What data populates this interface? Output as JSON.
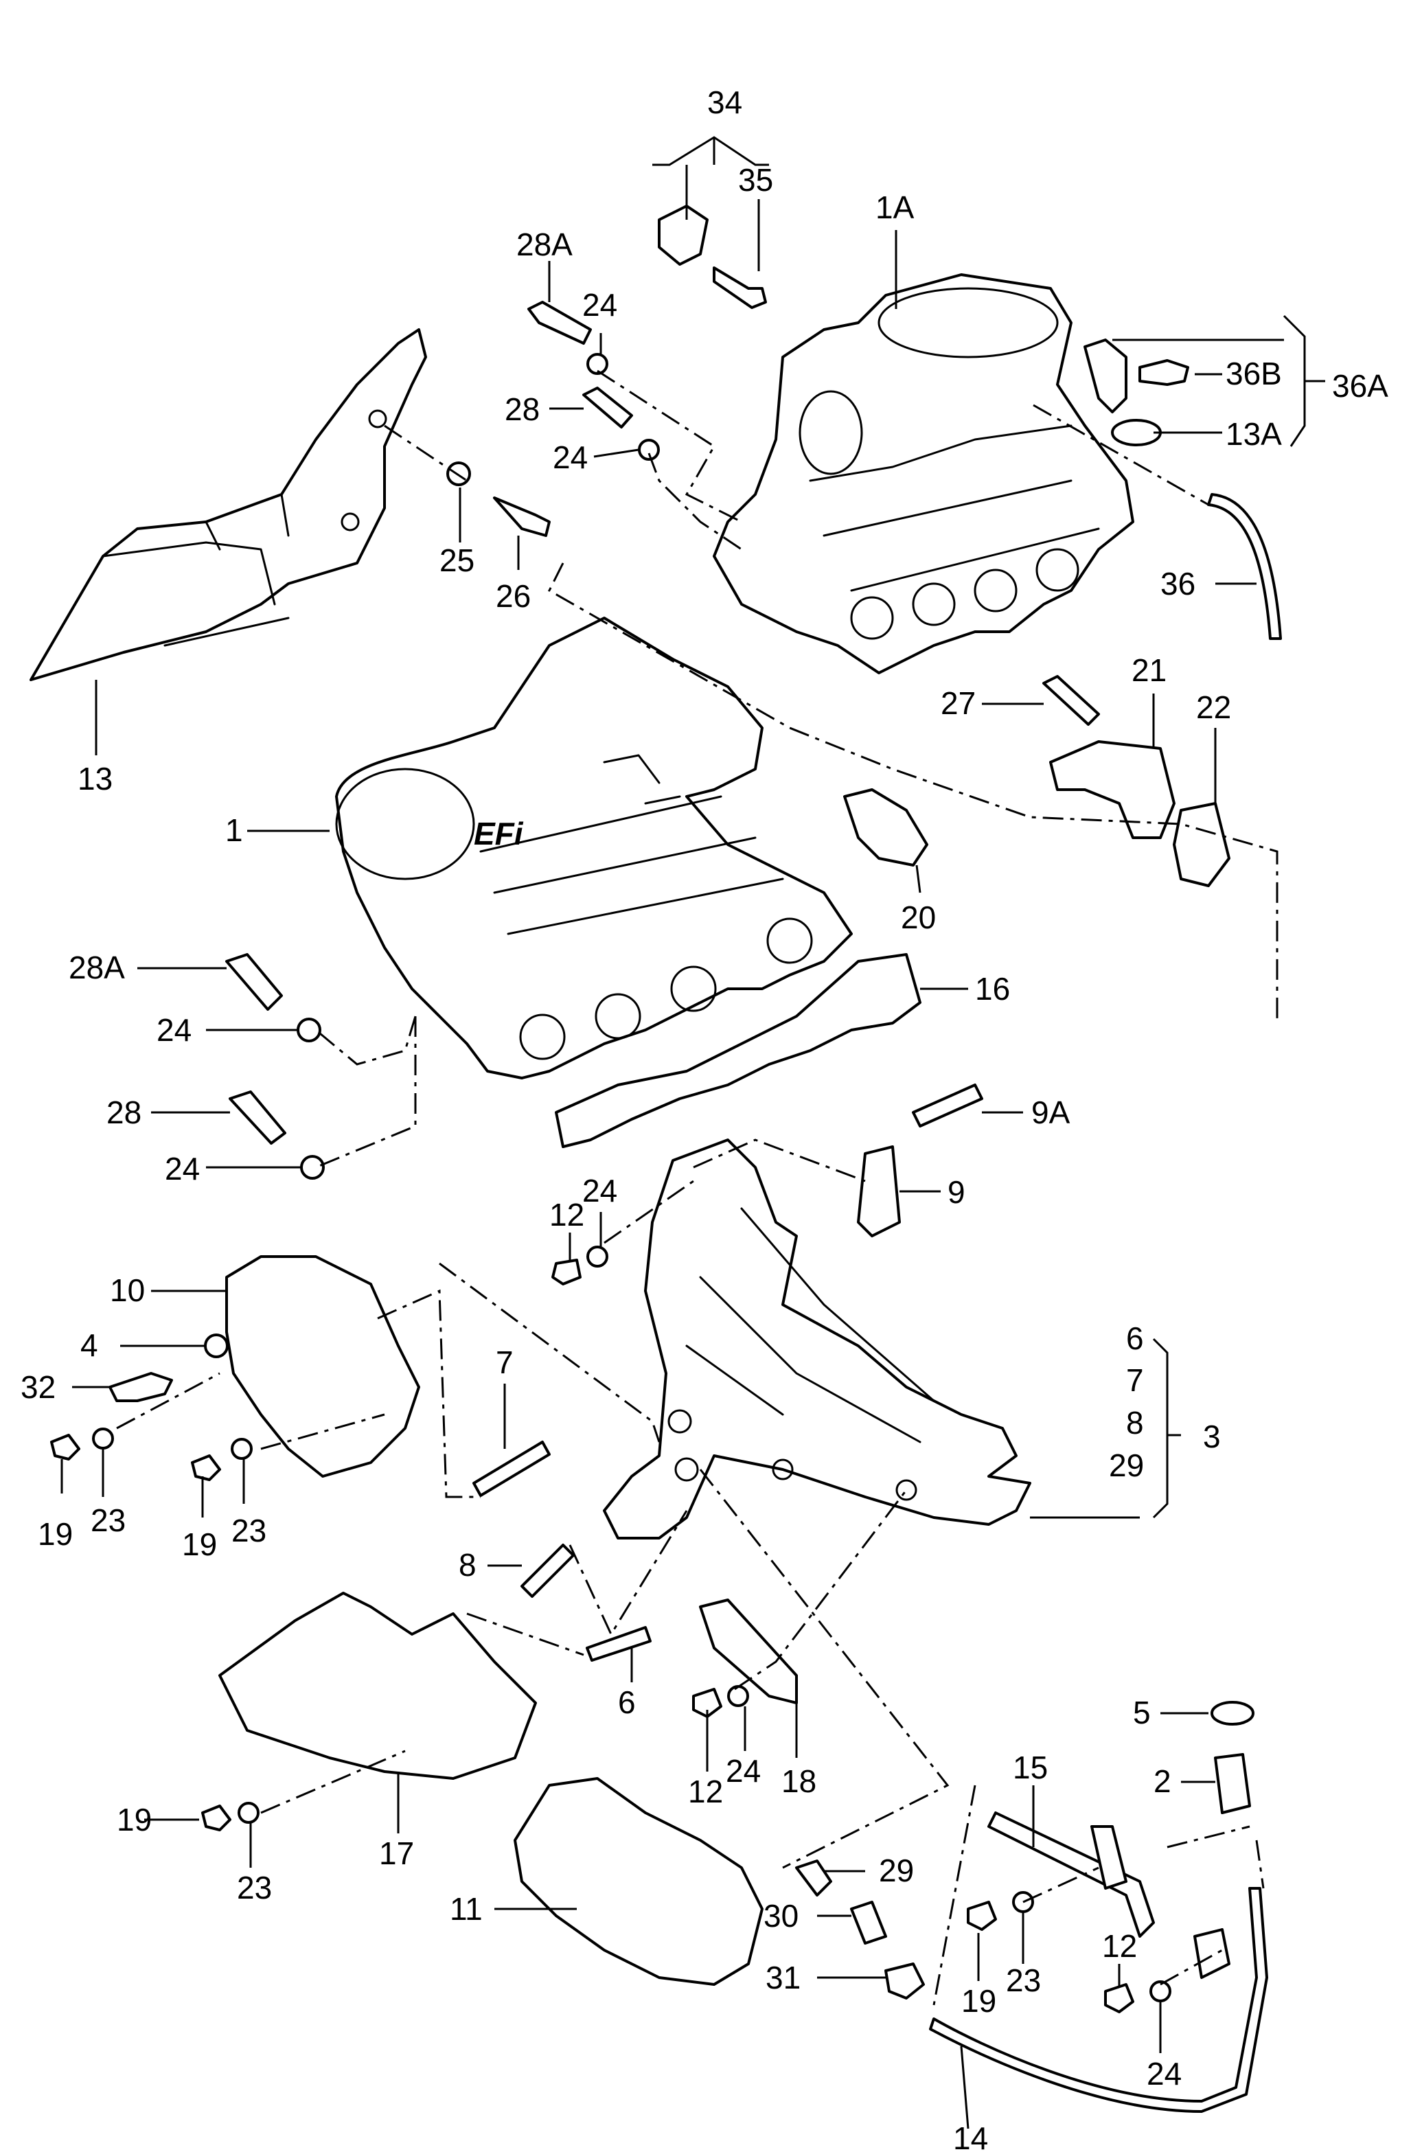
{
  "labels": {
    "p1": "1",
    "p1A": "1A",
    "p2": "2",
    "p3": "3",
    "p4": "4",
    "p5": "5",
    "p6a": "6",
    "p6b": "6",
    "p7a": "7",
    "p7b": "7",
    "p8a": "8",
    "p8b": "8",
    "p9": "9",
    "p9A": "9A",
    "p10": "10",
    "p11": "11",
    "p12a": "12",
    "p12b": "12",
    "p12c": "12",
    "p13": "13",
    "p13A": "13A",
    "p14": "14",
    "p15": "15",
    "p16": "16",
    "p17": "17",
    "p18": "18",
    "p19a": "19",
    "p19b": "19",
    "p19c": "19",
    "p19d": "19",
    "p20": "20",
    "p21": "21",
    "p22": "22",
    "p23a": "23",
    "p23b": "23",
    "p23c": "23",
    "p23d": "23",
    "p24a": "24",
    "p24b": "24",
    "p24c": "24",
    "p24d": "24",
    "p24e": "24",
    "p24f": "24",
    "p25": "25",
    "p26": "26",
    "p27": "27",
    "p28a": "28",
    "p28b": "28",
    "p28Aa": "28A",
    "p28Ab": "28A",
    "p29a": "29",
    "p29b": "29",
    "p30": "30",
    "p31": "31",
    "p32": "32",
    "p34": "34",
    "p35": "35",
    "p36": "36",
    "p36A": "36A",
    "p36B": "36B"
  },
  "emblem": "EFi"
}
